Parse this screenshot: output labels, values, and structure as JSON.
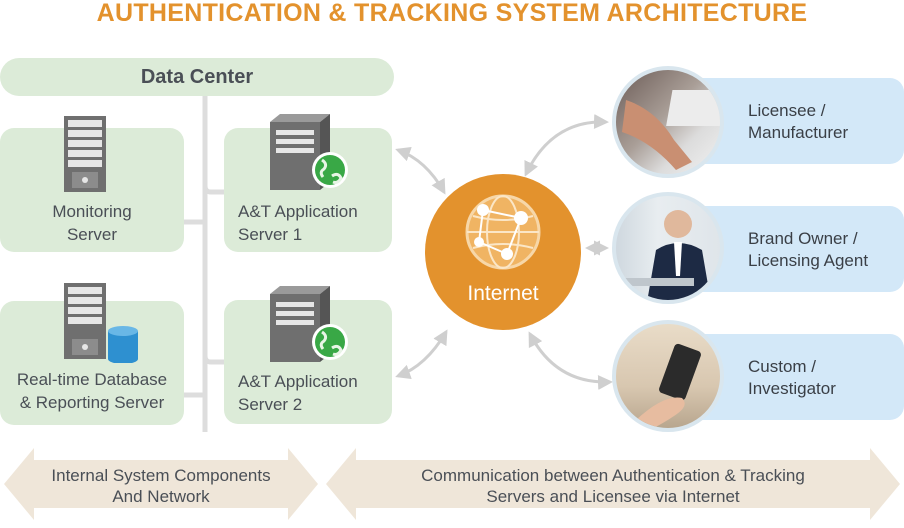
{
  "title": "AUTHENTICATION & TRACKING SYSTEM ARCHITECTURE",
  "data_center": {
    "label": "Data Center"
  },
  "servers": {
    "monitoring": {
      "line1": "Monitoring",
      "line2": "Server"
    },
    "database": {
      "line1": "Real-time Database",
      "line2": "& Reporting Server"
    },
    "app1": {
      "line1": "A&T Application",
      "line2": "Server 1"
    },
    "app2": {
      "line1": "A&T Application",
      "line2": "Server 2"
    }
  },
  "internet": {
    "label": "Internet"
  },
  "stakeholders": [
    {
      "line1": "Licensee /",
      "line2": "Manufacturer"
    },
    {
      "line1": "Brand Owner /",
      "line2": "Licensing Agent"
    },
    {
      "line1": "Custom /",
      "line2": "Investigator"
    }
  ],
  "bottom": {
    "left": {
      "line1": "Internal System Components",
      "line2": "And Network"
    },
    "right": {
      "line1": "Communication between Authentication & Tracking",
      "line2": "Servers and Licensee via Internet"
    }
  },
  "colors": {
    "title": "#e3922d",
    "green_panel": "#dcebd8",
    "internet_orange": "#e3922d",
    "blue_panel": "#d3e8f8",
    "bottom_arrow": "#efe6d9",
    "connector": "#d9d9d9"
  }
}
